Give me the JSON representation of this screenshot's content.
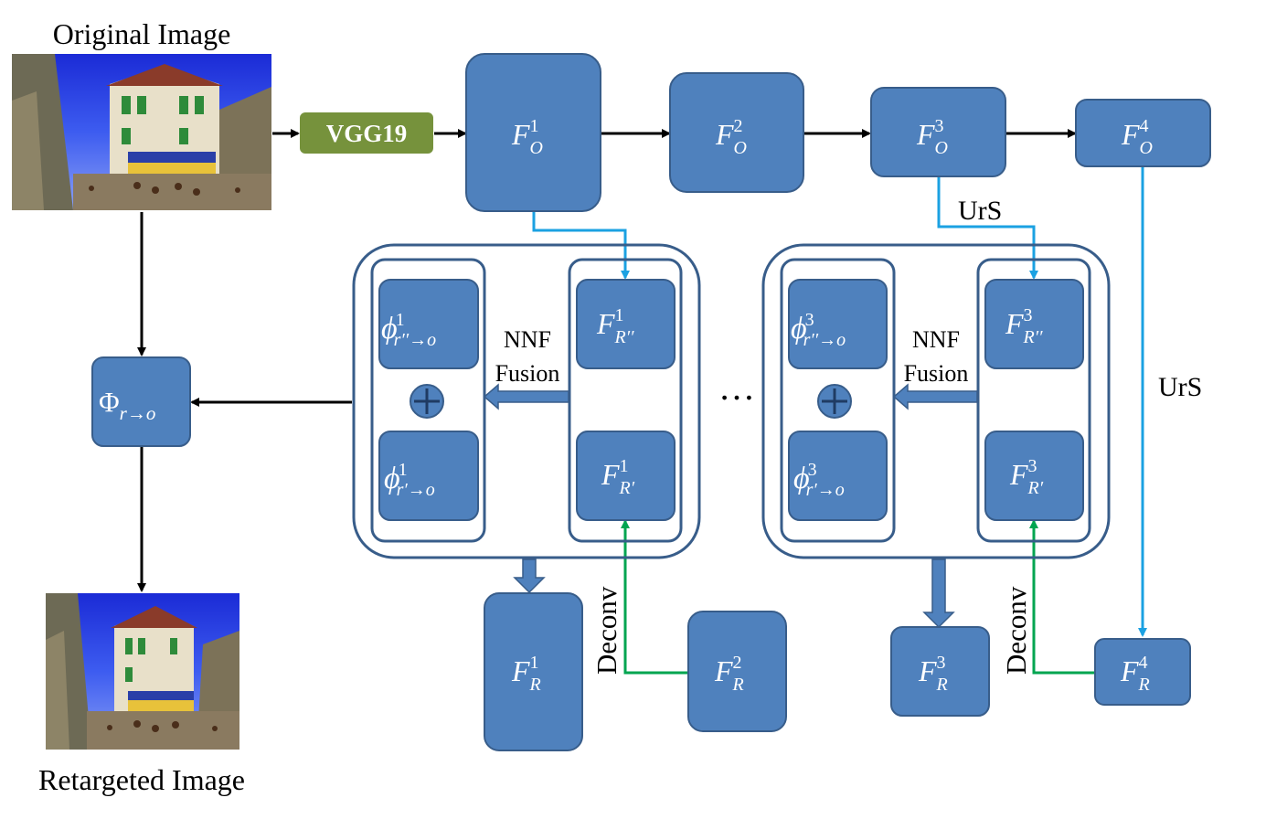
{
  "labels": {
    "original_image": "Original Image",
    "retargeted_image": "Retargeted Image",
    "vgg": "VGG19",
    "urs": "UrS",
    "nnf_line1": "NNF",
    "nnf_line2": "Fusion",
    "deconv": "Deconv",
    "ellipsis": "…",
    "plus": "+"
  },
  "math": {
    "F": "F",
    "phi": "ϕ",
    "Phi": "Φ",
    "sub_O": "O",
    "sub_R": "R",
    "sub_R_dprime": "R′′",
    "sub_R_prime": "R′",
    "sub_r_dprime_o": "r′′→o",
    "sub_r_prime_o": "r′→o",
    "sub_r_o": "r→o",
    "lvl1": "1",
    "lvl2": "2",
    "lvl3": "3",
    "lvl4": "4"
  },
  "colors": {
    "node_fill": "#4f81bd",
    "node_stroke": "#385d8a",
    "vgg_fill": "#76923c",
    "arrow_black": "#000000",
    "arrow_cyan": "#1ba1e2",
    "arrow_green": "#00a550"
  }
}
